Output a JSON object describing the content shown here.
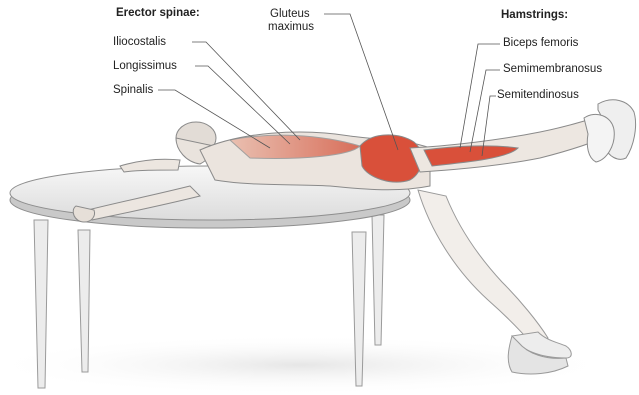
{
  "labels": {
    "erector_spinae_header": "Erector spinae:",
    "iliocostalis": "Iliocostalis",
    "longissimus": "Longissimus",
    "spinalis": "Spinalis",
    "gluteus_line1": "Gluteus",
    "gluteus_line2": "maximus",
    "hamstrings_header": "Hamstrings:",
    "biceps_femoris": "Biceps femoris",
    "semimembranosus": "Semimembranosus",
    "semitendinosus": "Semitendinosus"
  },
  "colors": {
    "muscle_red": "#d9503a",
    "muscle_light": "#e8a08a",
    "skin": "#e9e3dd",
    "outline": "#8a8a8a",
    "table_top": "#efefef"
  }
}
